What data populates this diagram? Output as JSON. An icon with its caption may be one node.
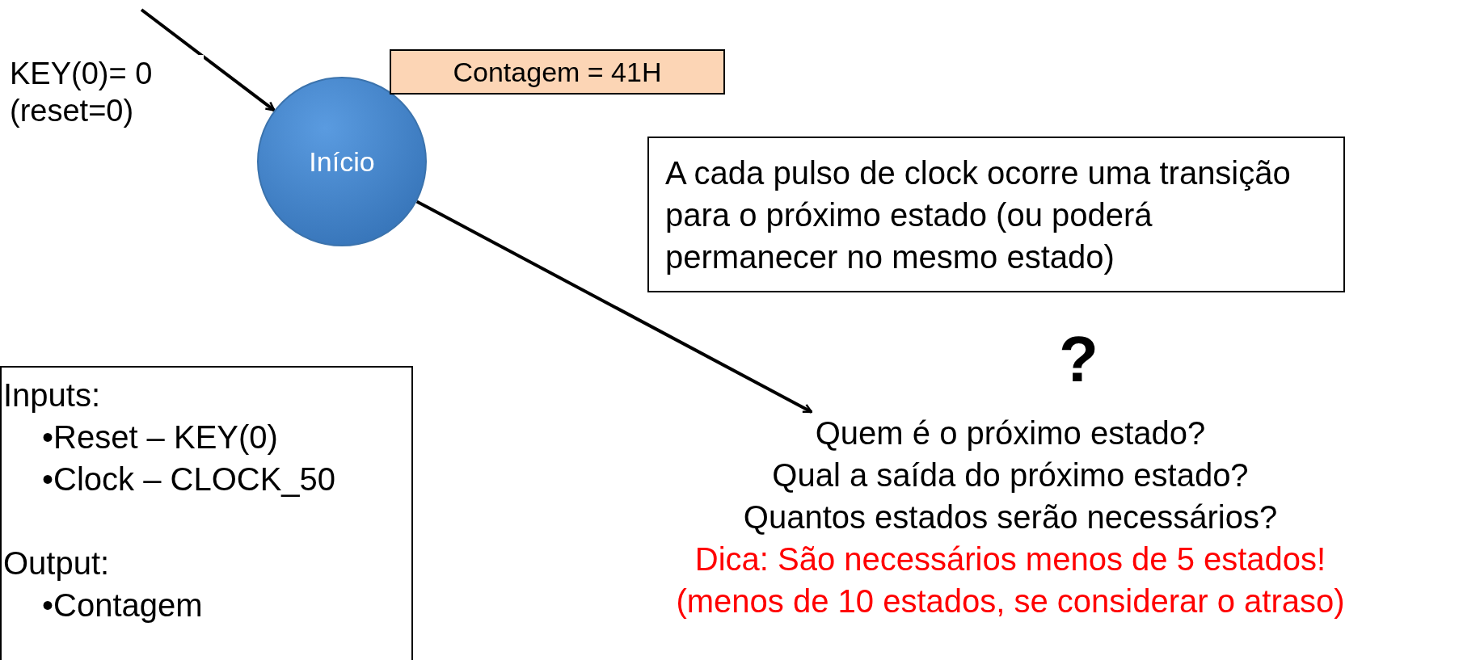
{
  "diagram": {
    "nodes": [
      {
        "text": [
          "Início"
        ]
      },
      {
        "text": [
          "Contagem = 41H"
        ]
      },
      {
        "text": [
          "A cada pulso de clock ocorre uma transição para o próximo estado (ou poderá permanecer no mesmo estado)"
        ]
      },
      {
        "text": [
          "Quem é o próximo estado?",
          "Qual a saída do próximo estado?",
          "Quantos estados serão necessários?",
          "Dica: São necessários menos de 5 estados!",
          "(menos de 10 estados, se considerar o atraso)"
        ]
      },
      {
        "text": [
          "Inputs:",
          "•Reset – KEY(0)",
          "•Clock – CLOCK_50",
          "Output:",
          "•Contagem"
        ]
      }
    ],
    "edges": [
      {
        "from": null,
        "to": 0,
        "arrow": "to",
        "label": "KEY(0)= 0 (reset=0)"
      },
      {
        "from": 0,
        "to": 3,
        "arrow": "to"
      }
    ],
    "labels": [
      "?"
    ]
  }
}
